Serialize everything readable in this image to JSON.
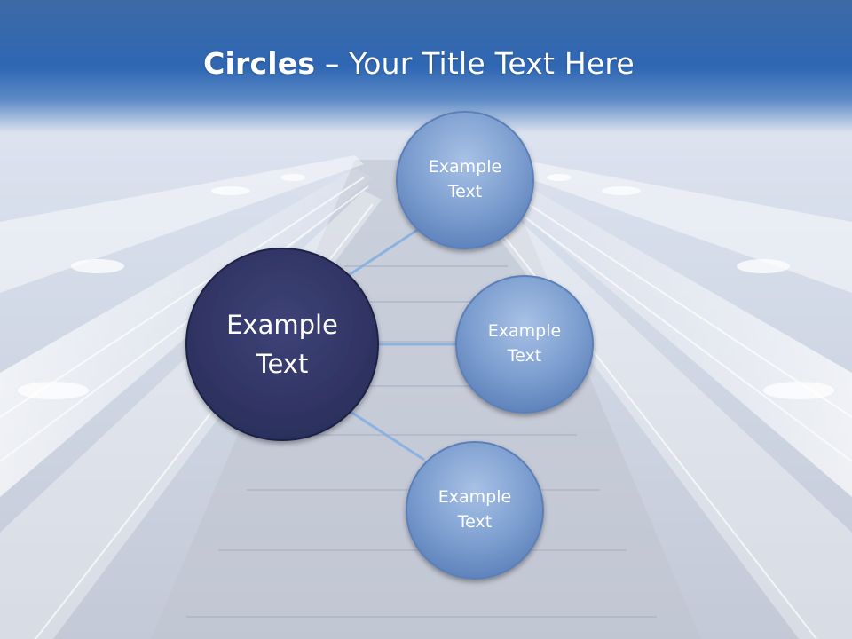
{
  "title": {
    "bold": "Circles",
    "rest": " – Your Title Text Here"
  },
  "diagram": {
    "center": {
      "label": "Example\nText",
      "color": "#343869"
    },
    "satellites": [
      {
        "label": "Example\nText"
      },
      {
        "label": "Example\nText"
      },
      {
        "label": "Example\nText"
      }
    ],
    "satellite_color": "#7d9fd0",
    "connector_color": "#8cb2e0"
  },
  "colors": {
    "header": "#2f67b4",
    "background": "#c9d0de"
  }
}
